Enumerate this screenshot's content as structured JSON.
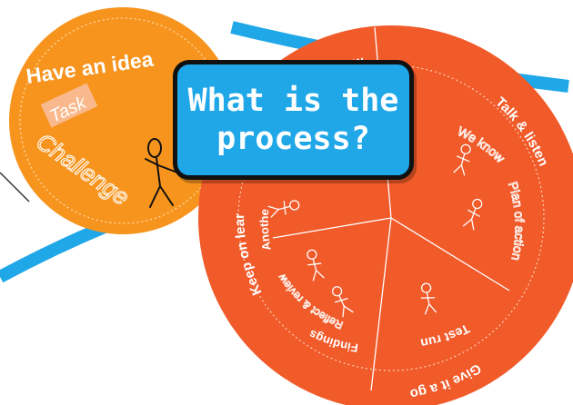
{
  "colors": {
    "background": "#ffffff",
    "orange_disc": "#f7941d",
    "red_wheel": "#f15a29",
    "blue_line": "#1fa7e8",
    "callout_fill": "#1fa7e8",
    "callout_border": "#111111",
    "text_white": "#ffffff",
    "task_tag": "#f9b98c"
  },
  "small_disc": {
    "title": "Have an idea",
    "tag": "Task",
    "subtitle": "Challenge"
  },
  "callout": {
    "line1": "What is the",
    "line2": "process?"
  },
  "wheel": {
    "outer": {
      "top": "ow",
      "talk": "Talk & listen",
      "give": "Give it a go",
      "keep": "Keep on lear"
    },
    "inner": {
      "we_know": "We know",
      "plan": "Plan of action",
      "test": "Test run",
      "findings": "Findings",
      "reflect": "Reflect & review",
      "another": "Anothe"
    }
  },
  "icons": [
    "stick-figure-icon"
  ]
}
